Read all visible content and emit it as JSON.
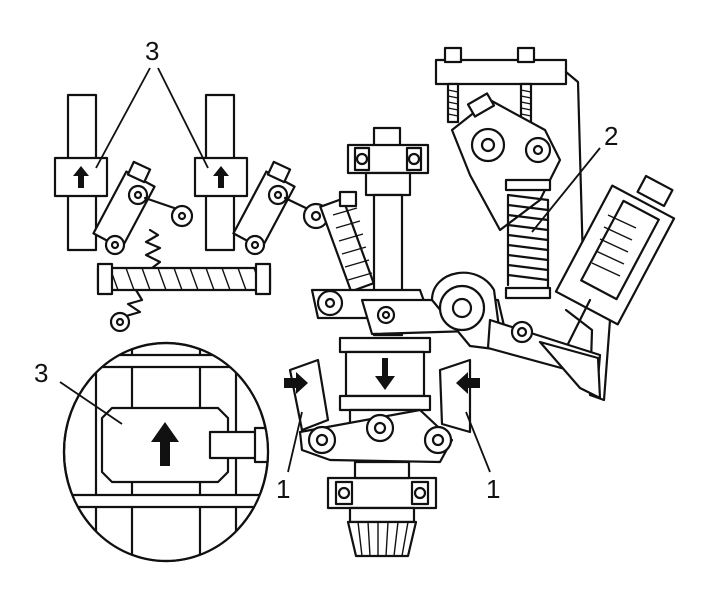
{
  "labels": {
    "callout_1_left": "1",
    "callout_1_right": "1",
    "callout_2": "2",
    "callout_3_top": "3",
    "callout_3_detail": "3"
  },
  "colors": {
    "line": "#111111",
    "background": "#ffffff"
  },
  "icons": [
    "up-arrow-icon",
    "down-arrow-icon",
    "left-arrow-icon",
    "right-arrow-icon"
  ]
}
